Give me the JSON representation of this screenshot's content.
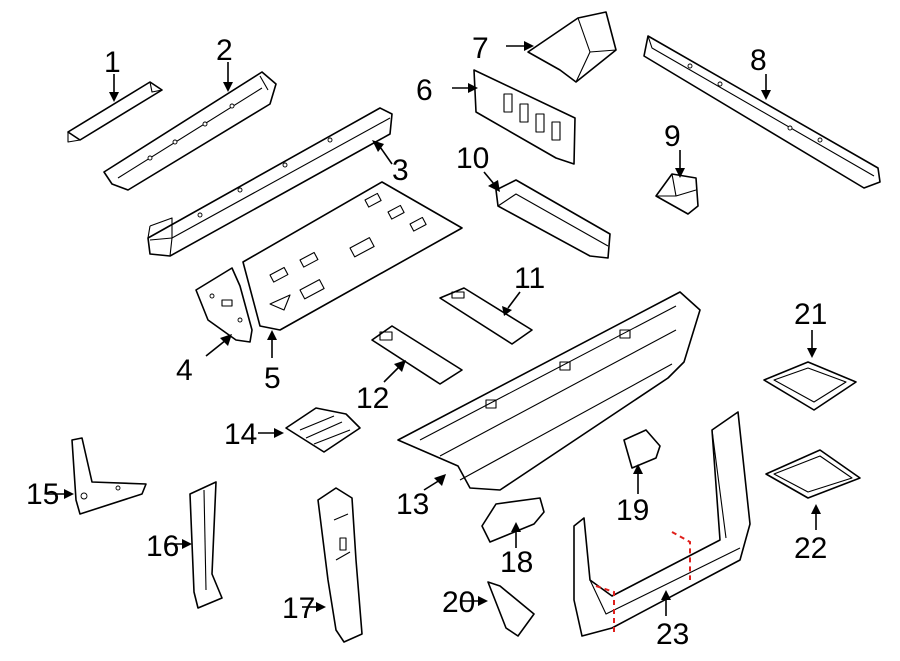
{
  "callouts": [
    "1",
    "2",
    "3",
    "4",
    "5",
    "6",
    "7",
    "8",
    "9",
    "10",
    "11",
    "12",
    "13",
    "14",
    "15",
    "16",
    "17",
    "18",
    "19",
    "20",
    "21",
    "22",
    "23"
  ],
  "colors": {
    "line": "#000000",
    "cut_line": "#e0201c",
    "background": "#ffffff"
  }
}
